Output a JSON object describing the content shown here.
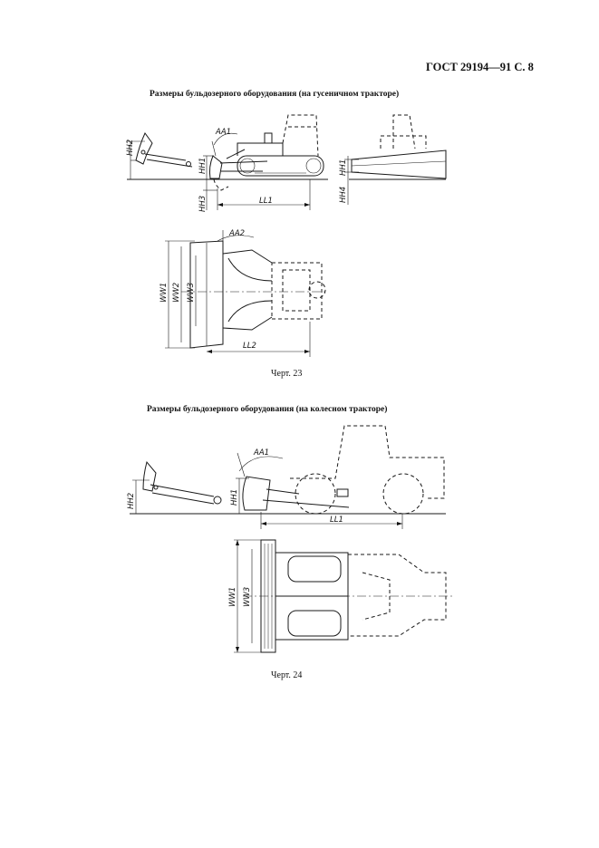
{
  "header": {
    "standard": "ГОСТ 29194—91 С. 8"
  },
  "figure23": {
    "title": "Размеры бульдозерного оборудования (на гусеничном тракторе)",
    "caption": "Черт. 23",
    "labels": {
      "hh2": "HH2",
      "aa1": "AA1",
      "hh1_left": "HH1",
      "hh1_right": "HH1",
      "hh3": "HH3",
      "hh4": "HH4",
      "ll1": "LL1",
      "aa2": "AA2",
      "ww1": "WW1",
      "ww2": "WW2",
      "ww3": "WW3",
      "ll2": "LL2"
    }
  },
  "figure24": {
    "title": "Размеры бульдозерного оборудования (на колесном тракторе)",
    "caption": "Черт. 24",
    "labels": {
      "aa1": "AA1",
      "hh2": "HH2",
      "hh1": "HH1",
      "ll1": "LL1",
      "ww1": "WW1",
      "ww3": "WW3"
    }
  }
}
